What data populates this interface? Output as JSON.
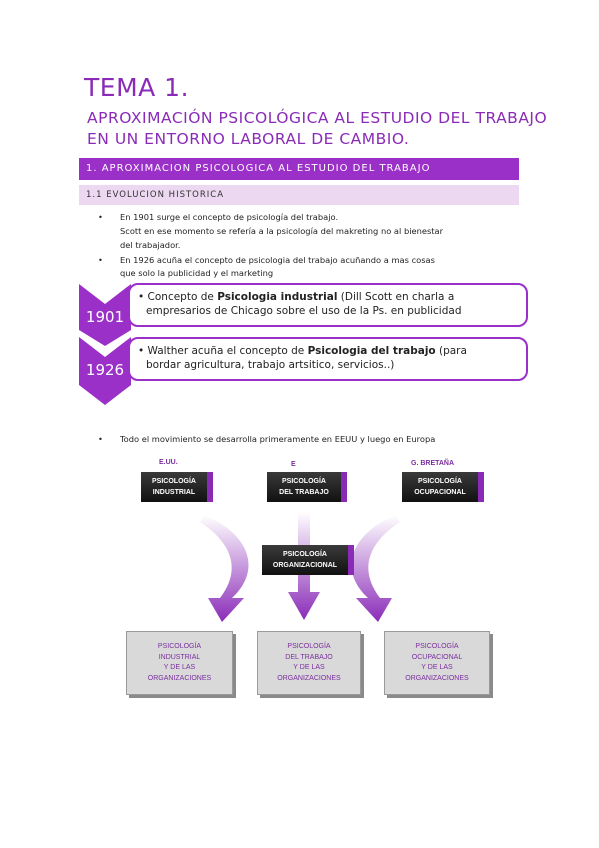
{
  "doc": {
    "title": "TEMA 1.",
    "subtitle": "APROXIMACIÓN PSICOLÓGICA AL ESTUDIO DEL TRABAJO EN UN ENTORNO LABORAL DE CAMBIO.",
    "section1": "1. APROXIMACION PSICOLOGICA AL ESTUDIO DEL TRABAJO",
    "section11": "1.1 EVOLUCION HISTORICA",
    "bullet_glyph": "•",
    "bullet1_l1": "En 1901 surge el concepto de psicología del trabajo.",
    "bullet1_l2": "Scott en ese momento se refería a la psicología del makreting no al bienestar",
    "bullet1_l3": "del trabajador.",
    "bullet2_l1": "En 1926 acuña el concepto de psicologia del trabajo acuñando a mas cosas",
    "bullet2_l2": "que solo la publicidad y el marketing",
    "bullet3": "Todo el movimiento se desarrolla primeramente en EEUU y luego en Europa"
  },
  "timeline": [
    {
      "year": "1901",
      "pre": "• Concepto de ",
      "bold": "Psicologia industrial",
      "post": " (Dill Scott en charla a",
      "line2": "empresarios de Chicago sobre el uso de la Ps. en publicidad"
    },
    {
      "year": "1926",
      "pre": "• Walther acuña el concepto de ",
      "bold": "Psicologia del trabajo",
      "post": " (para",
      "line2": "bordar agricultura, trabajo artsitico, servicios..)"
    }
  ],
  "diagram": {
    "labels": {
      "left": "E.UU.",
      "center": "E",
      "right": "G. BRETAÑA"
    },
    "top_left": [
      "PSICOLOGÍA",
      "INDUSTRIAL"
    ],
    "top_center": [
      "PSICOLOGÍA",
      "DEL TRABAJO"
    ],
    "top_right": [
      "PSICOLOGÍA",
      "OCUPACIONAL"
    ],
    "middle": [
      "PSICOLOGÍA",
      "ORGANIZACIONAL"
    ],
    "bottom_left": [
      "PSICOLOGÍA",
      "INDUSTRIAL",
      "Y DE LAS",
      "ORGANIZACIONES"
    ],
    "bottom_center": [
      "PSICOLOGÍA",
      "DEL TRABAJO",
      "Y DE LAS",
      "ORGANIZACIONES"
    ],
    "bottom_right": [
      "PSICOLOGÍA",
      "OCUPACIONAL",
      "Y DE LAS",
      "ORGANIZACIONES"
    ],
    "colors": {
      "accent": "#9b30c8",
      "accent_light": "#ecd8f1",
      "arrow": "#8a2bb8"
    }
  }
}
